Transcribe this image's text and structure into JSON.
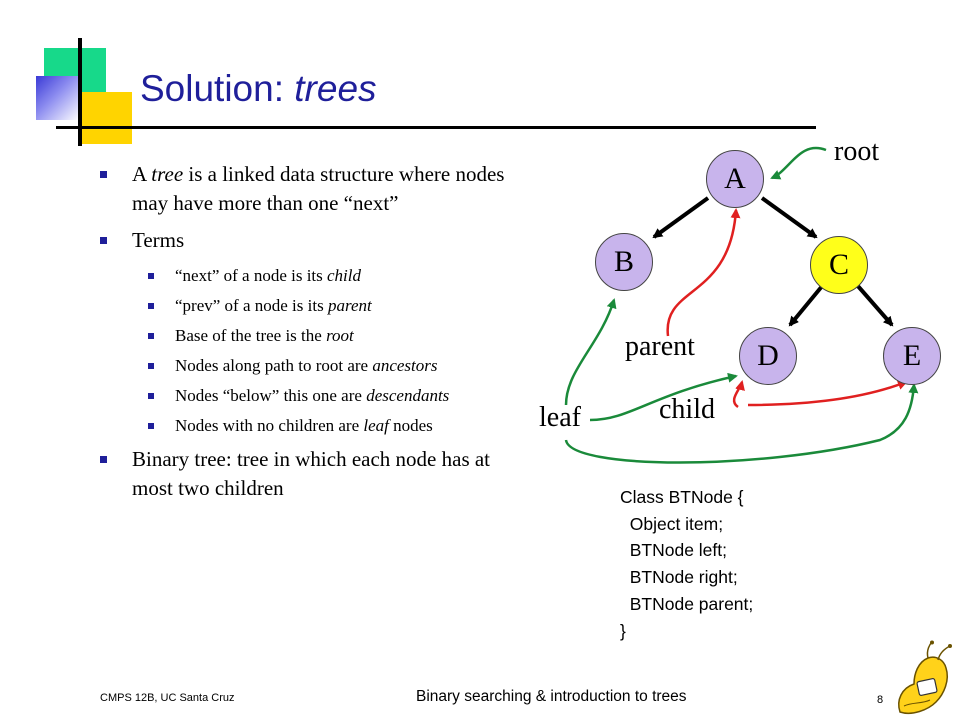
{
  "title": {
    "plain": "Solution: ",
    "italic": "trees"
  },
  "bullets": {
    "b1": {
      "pre": "A ",
      "em": "tree",
      "post": " is a linked data structure where nodes may have more than one “next”"
    },
    "terms": {
      "label": "Terms"
    },
    "sub": [
      {
        "pre": "“next” of a node is its ",
        "em": "child",
        "post": ""
      },
      {
        "pre": "“prev” of a node is its ",
        "em": "parent",
        "post": ""
      },
      {
        "pre": "Base of the tree is the ",
        "em": "root",
        "post": ""
      },
      {
        "pre": "Nodes along path to root are ",
        "em": "ancestors",
        "post": ""
      },
      {
        "pre": "Nodes “below” this one are ",
        "em": "descendants",
        "post": ""
      },
      {
        "pre": "Nodes with no children are ",
        "em": "leaf",
        "post": " nodes"
      }
    ],
    "b3": {
      "text": "Binary tree: tree in which each node has at most two children"
    }
  },
  "tree": {
    "nodes": {
      "A": "A",
      "B": "B",
      "C": "C",
      "D": "D",
      "E": "E"
    },
    "labels": {
      "root": "root",
      "parent": "parent",
      "child": "child",
      "leaf": "leaf"
    }
  },
  "code": {
    "lines": [
      "Class BTNode {",
      "  Object item;",
      "  BTNode left;",
      "  BTNode right;",
      "  BTNode parent;",
      "}"
    ]
  },
  "footer": {
    "left": "CMPS 12B, UC Santa Cruz",
    "center": "Binary searching & introduction to trees",
    "page": "8"
  },
  "colors": {
    "title": "#1f1f9a",
    "node_lavender": "#c8b4ec",
    "node_yellow": "#ffff1a",
    "arrow_red": "#e02020",
    "arrow_green": "#1a8a3a"
  }
}
